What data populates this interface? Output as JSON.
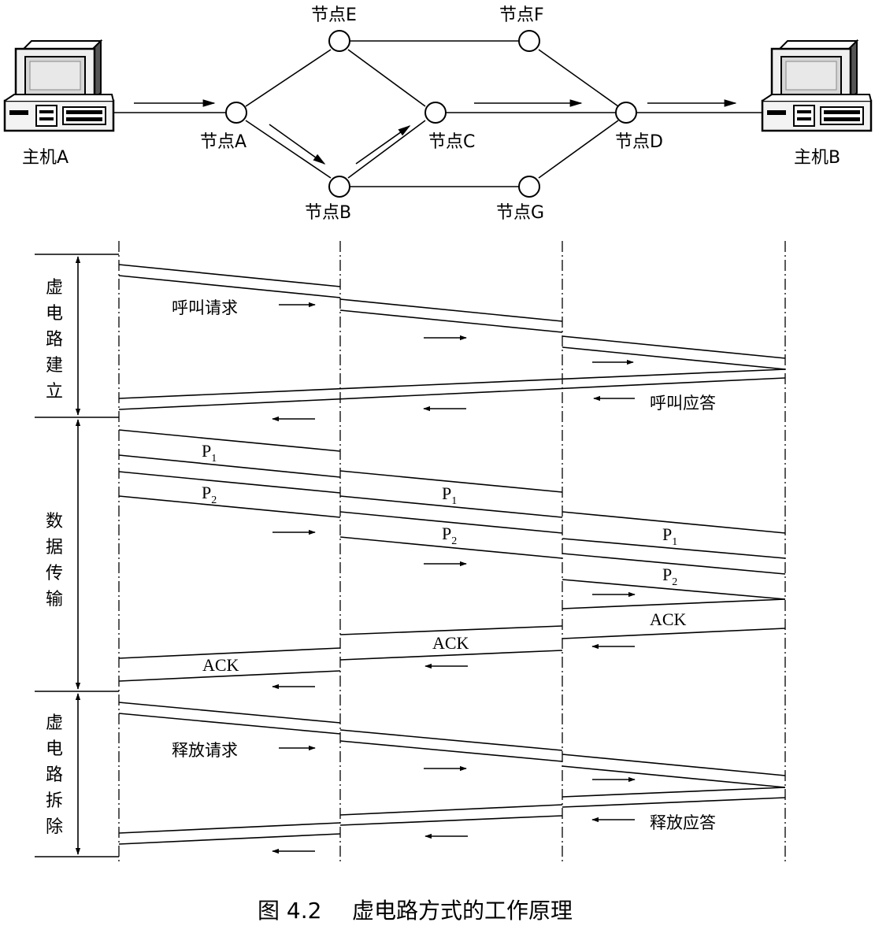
{
  "network": {
    "host_a": "主机A",
    "host_b": "主机B",
    "node_a": "节点A",
    "node_b": "节点B",
    "node_c": "节点C",
    "node_d": "节点D",
    "node_e": "节点E",
    "node_f": "节点F",
    "node_g": "节点G"
  },
  "phases": {
    "setup": [
      "虚",
      "电",
      "路",
      "建",
      "立"
    ],
    "transfer": [
      "数",
      "据",
      "传",
      "输"
    ],
    "teardown": [
      "虚",
      "电",
      "路",
      "拆",
      "除"
    ]
  },
  "messages": {
    "call_request": "呼叫请求",
    "call_answer": "呼叫应答",
    "release_request": "释放请求",
    "release_answer": "释放应答",
    "ack": "ACK",
    "packet": "P",
    "sub_1": "1",
    "sub_2": "2"
  },
  "caption": {
    "number": "图 4.2",
    "title": "虚电路方式的工作原理"
  },
  "colors": {
    "ink": "#000000",
    "screen": "#d8d8d8",
    "body": "#f0f0f0"
  }
}
